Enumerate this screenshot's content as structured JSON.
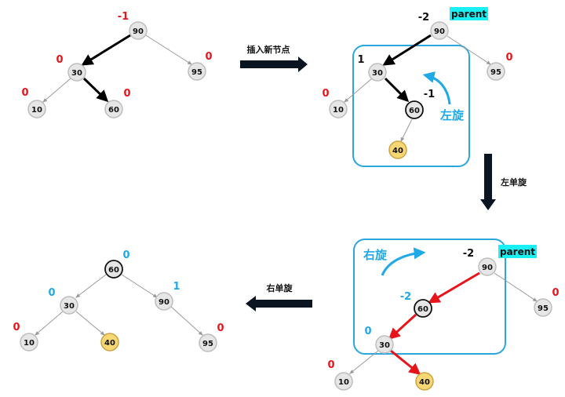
{
  "colors": {
    "node_fill": "#e6e6e6",
    "node_stroke": "#bdbdbd",
    "highlight_fill": "#f7d774",
    "highlight_stroke": "#c9a442",
    "bf_red": "#e8141b",
    "bf_blue": "#1fa9e6",
    "bf_black": "#111111",
    "edge_black": "#000000",
    "edge_gray": "#9a9a9a",
    "edge_red": "#e8141b",
    "box_blue": "#2aa7dc",
    "parent_bg": "#19f0f4",
    "arrow_navy": "#0b1522"
  },
  "step_labels": {
    "insert": "插入新节点",
    "left_single": "左单旋",
    "right_single": "右单旋"
  },
  "rotation_labels": {
    "left": "左旋",
    "right": "右旋"
  },
  "parent_tag": "parent",
  "trees": [
    {
      "id": "before-insert",
      "nodes": [
        {
          "id": "t1-90",
          "value": "90",
          "bf": "-1",
          "bf_color": "red"
        },
        {
          "id": "t1-30",
          "value": "30",
          "bf": "0",
          "bf_color": "red"
        },
        {
          "id": "t1-95",
          "value": "95",
          "bf": "0",
          "bf_color": "red"
        },
        {
          "id": "t1-10",
          "value": "10",
          "bf": "0",
          "bf_color": "red"
        },
        {
          "id": "t1-60",
          "value": "60",
          "bf": "0",
          "bf_color": "red"
        }
      ]
    },
    {
      "id": "after-insert",
      "nodes": [
        {
          "id": "t2-90",
          "value": "90",
          "bf": "-2",
          "bf_color": "black"
        },
        {
          "id": "t2-30",
          "value": "30",
          "bf": "1",
          "bf_color": "black"
        },
        {
          "id": "t2-95",
          "value": "95",
          "bf": "0",
          "bf_color": "red"
        },
        {
          "id": "t2-10",
          "value": "10",
          "bf": "0",
          "bf_color": "red"
        },
        {
          "id": "t2-60",
          "value": "60",
          "bf": "-1",
          "bf_color": "black"
        },
        {
          "id": "t2-40",
          "value": "40",
          "bf": "",
          "bf_color": "none"
        }
      ]
    },
    {
      "id": "after-left-rotation",
      "nodes": [
        {
          "id": "t3-90",
          "value": "90",
          "bf": "-2",
          "bf_color": "black"
        },
        {
          "id": "t3-60",
          "value": "60",
          "bf": "-2",
          "bf_color": "blue"
        },
        {
          "id": "t3-95",
          "value": "95",
          "bf": "0",
          "bf_color": "red"
        },
        {
          "id": "t3-30",
          "value": "30",
          "bf": "0",
          "bf_color": "blue"
        },
        {
          "id": "t3-10",
          "value": "10",
          "bf": "0",
          "bf_color": "red"
        },
        {
          "id": "t3-40",
          "value": "40",
          "bf": "",
          "bf_color": "none"
        }
      ]
    },
    {
      "id": "final-balanced",
      "nodes": [
        {
          "id": "t4-60",
          "value": "60",
          "bf": "0",
          "bf_color": "blue"
        },
        {
          "id": "t4-30",
          "value": "30",
          "bf": "0",
          "bf_color": "blue"
        },
        {
          "id": "t4-90",
          "value": "90",
          "bf": "1",
          "bf_color": "blue"
        },
        {
          "id": "t4-10",
          "value": "10",
          "bf": "0",
          "bf_color": "red"
        },
        {
          "id": "t4-40",
          "value": "40",
          "bf": "",
          "bf_color": "none"
        },
        {
          "id": "t4-95",
          "value": "95",
          "bf": "0",
          "bf_color": "red"
        }
      ]
    }
  ]
}
